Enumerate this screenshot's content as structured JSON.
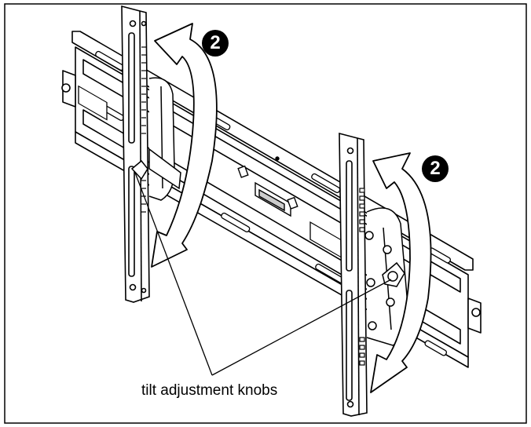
{
  "diagram": {
    "labels": {
      "knobs": "tilt adjustment knobs"
    },
    "steps": [
      {
        "number": "2"
      },
      {
        "number": "2"
      }
    ]
  }
}
